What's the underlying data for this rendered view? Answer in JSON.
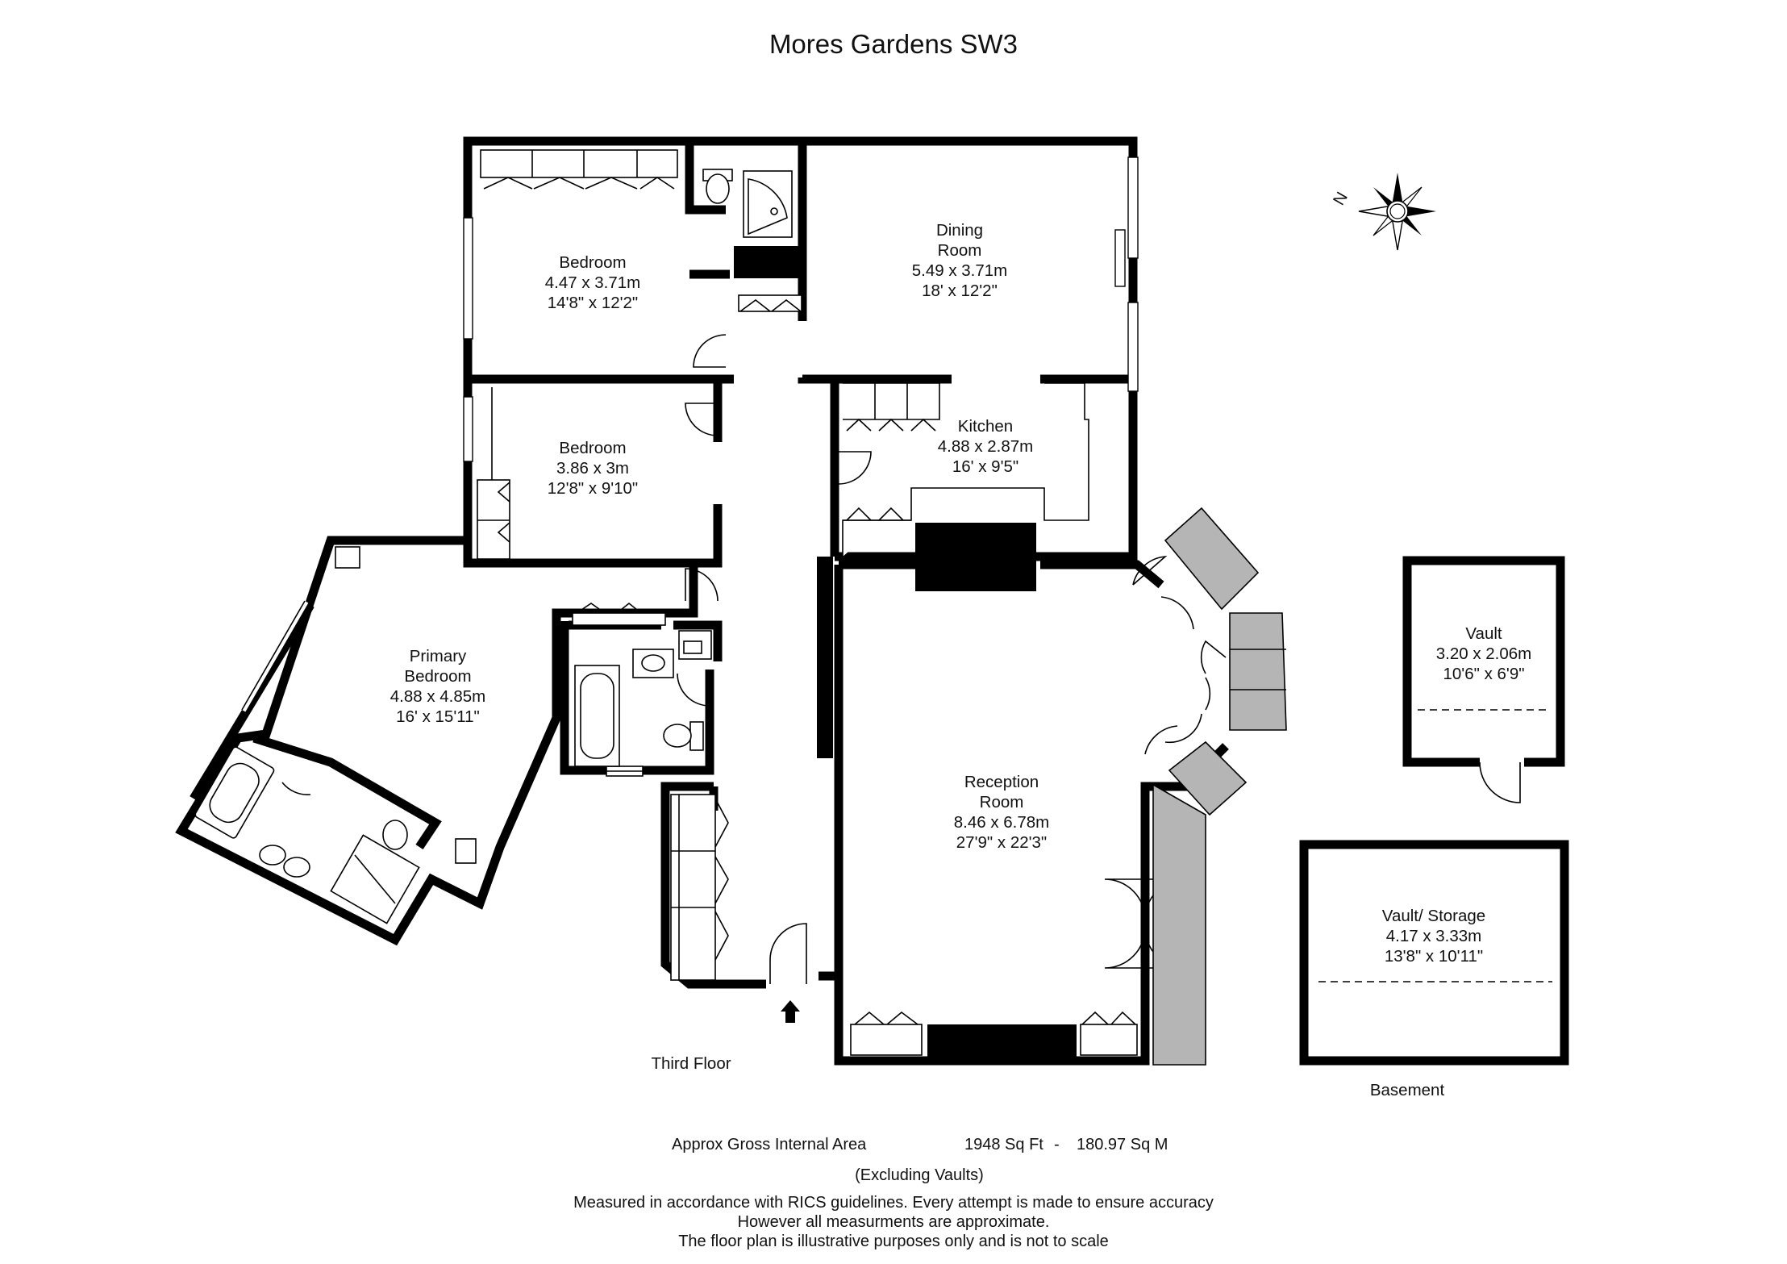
{
  "title": "Mores Gardens SW3",
  "rooms": {
    "bedroom1": {
      "name": "Bedroom",
      "metric": "4.47 x 3.71m",
      "imperial": "14'8\" x 12'2\""
    },
    "dining": {
      "name_line1": "Dining",
      "name_line2": "Room",
      "metric": "5.49 x 3.71m",
      "imperial": "18' x 12'2\""
    },
    "bedroom2": {
      "name": "Bedroom",
      "metric": "3.86 x 3m",
      "imperial": "12'8\" x 9'10\""
    },
    "kitchen": {
      "name": "Kitchen",
      "metric": "4.88 x 2.87m",
      "imperial": "16' x 9'5\""
    },
    "primary": {
      "name_line1": "Primary",
      "name_line2": "Bedroom",
      "metric": "4.88 x 4.85m",
      "imperial": "16' x 15'11\""
    },
    "reception": {
      "name_line1": "Reception",
      "name_line2": "Room",
      "metric": "8.46 x 6.78m",
      "imperial": "27'9\" x 22'3\""
    },
    "vault": {
      "name": "Vault",
      "metric": "3.20 x 2.06m",
      "imperial": "10'6\" x 6'9\""
    },
    "vault_storage": {
      "name": "Vault/ Storage",
      "metric": "4.17 x 3.33m",
      "imperial": "13'8\" x 10'11\""
    }
  },
  "floor_labels": {
    "third_floor": "Third Floor",
    "basement": "Basement"
  },
  "compass_label": "N",
  "area": {
    "label": "Approx Gross Internal Area",
    "sqft": "1948 Sq Ft",
    "separator": "-",
    "sqm": "180.97 Sq M",
    "note": "(Excluding Vaults)"
  },
  "disclaimer": [
    "Measured in accordance with RICS guidelines. Every attempt is made to ensure accuracy",
    "However all measurments are approximate.",
    "The floor plan is illustrative purposes only and is not to scale"
  ],
  "icons": [
    "compass-rose-icon",
    "entrance-arrow-icon"
  ]
}
